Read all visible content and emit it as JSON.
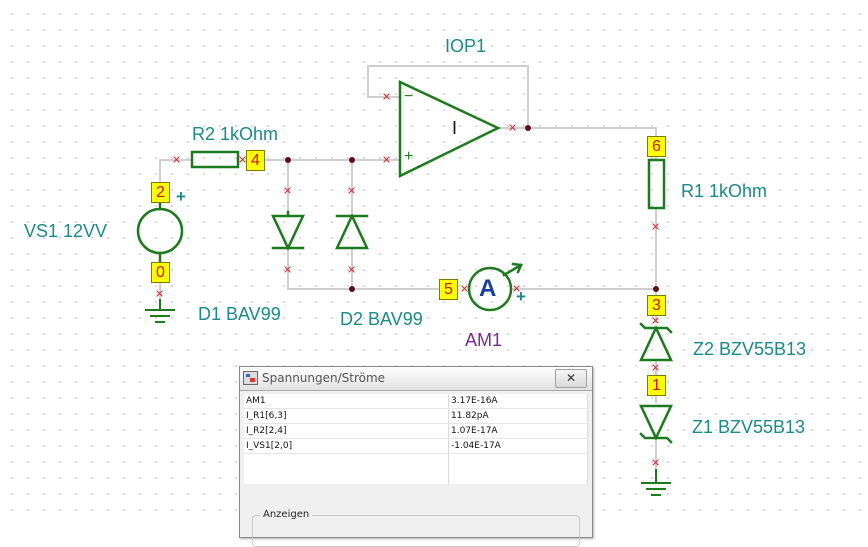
{
  "components": {
    "opamp": {
      "name": "IOP1",
      "symbol": "I",
      "minus": "−",
      "plus": "+"
    },
    "vs1": {
      "name": "VS1 12VV",
      "plus": "+"
    },
    "r2": {
      "name": "R2 1kOhm"
    },
    "r1": {
      "name": "R1 1kOhm"
    },
    "d1": {
      "name": "D1 BAV99"
    },
    "d2": {
      "name": "D2 BAV99"
    },
    "am1": {
      "name": "AM1",
      "symbol": "A",
      "plus": "+"
    },
    "z1": {
      "name": "Z1 BZV55B13"
    },
    "z2": {
      "name": "Z2 BZV55B13"
    }
  },
  "nodes": {
    "n0": "0",
    "n1": "1",
    "n2": "2",
    "n3": "3",
    "n4": "4",
    "n5": "5",
    "n6": "6"
  },
  "colors": {
    "wire": "#d0d0d0",
    "component": "#1e7a1e",
    "node_bg": "#ffff00",
    "node_text": "#d11010",
    "label": "#1a8a8a",
    "ammeter_label": "#7b2a8e",
    "junction": "#5a1010"
  },
  "dialog": {
    "title": "Spannungen/Ströme",
    "close_symbol": "✕",
    "rows": [
      {
        "name": "AM1",
        "value": "3.17E-16A"
      },
      {
        "name": "I_R1[6,3]",
        "value": "11.82pA"
      },
      {
        "name": "I_R2[2,4]",
        "value": "1.07E-17A"
      },
      {
        "name": "I_VS1[2,0]",
        "value": "-1.04E-17A"
      }
    ],
    "group_label": "Anzeigen"
  }
}
